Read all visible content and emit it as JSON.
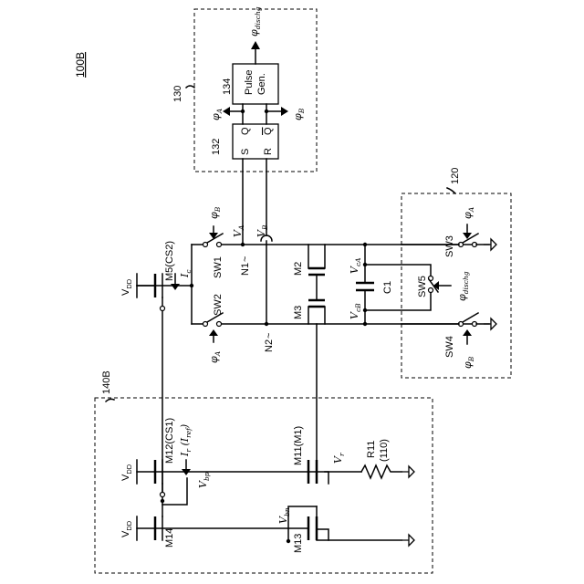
{
  "figure": {
    "label": "100B",
    "blocks": {
      "control": "130",
      "pulse_gen_ref": "134",
      "flipflop_ref": "132",
      "switch_block": "120",
      "bias_block": "140B"
    },
    "pulse_gen_text": [
      "Pulse",
      "Gen."
    ],
    "ff_pins": {
      "s": "S",
      "r": "R",
      "q": "Q",
      "qbar": "Q"
    },
    "transistors": {
      "m5": "M5(CS2)",
      "m12": "M12(CS1)",
      "m14": "M14",
      "m11": "M11(M1)",
      "m13": "M13",
      "m2": "M2",
      "m3": "M3"
    },
    "switches": {
      "sw1": "SW1",
      "sw2": "SW2",
      "sw3": "SW3",
      "sw4": "SW4",
      "sw5": "SW5"
    },
    "nodes": {
      "n1": "N1",
      "n2": "N2"
    },
    "components": {
      "c1": "C1",
      "r11": "R11",
      "r11_ref": "(110)"
    },
    "labels": {
      "vdd": "V",
      "vdd_sub": "DD",
      "phi": "φ",
      "a": "A",
      "b": "B",
      "dischg": "dischg",
      "ic": "I",
      "ic_sub": "c",
      "ir": "I",
      "ir_sub": "r",
      "iref": "(I",
      "iref_sub": "ref",
      "iref_close": ")",
      "v": "V",
      "bp": "bp",
      "bn": "bn",
      "r": "r",
      "ca": "cA",
      "cb": "cB"
    }
  }
}
